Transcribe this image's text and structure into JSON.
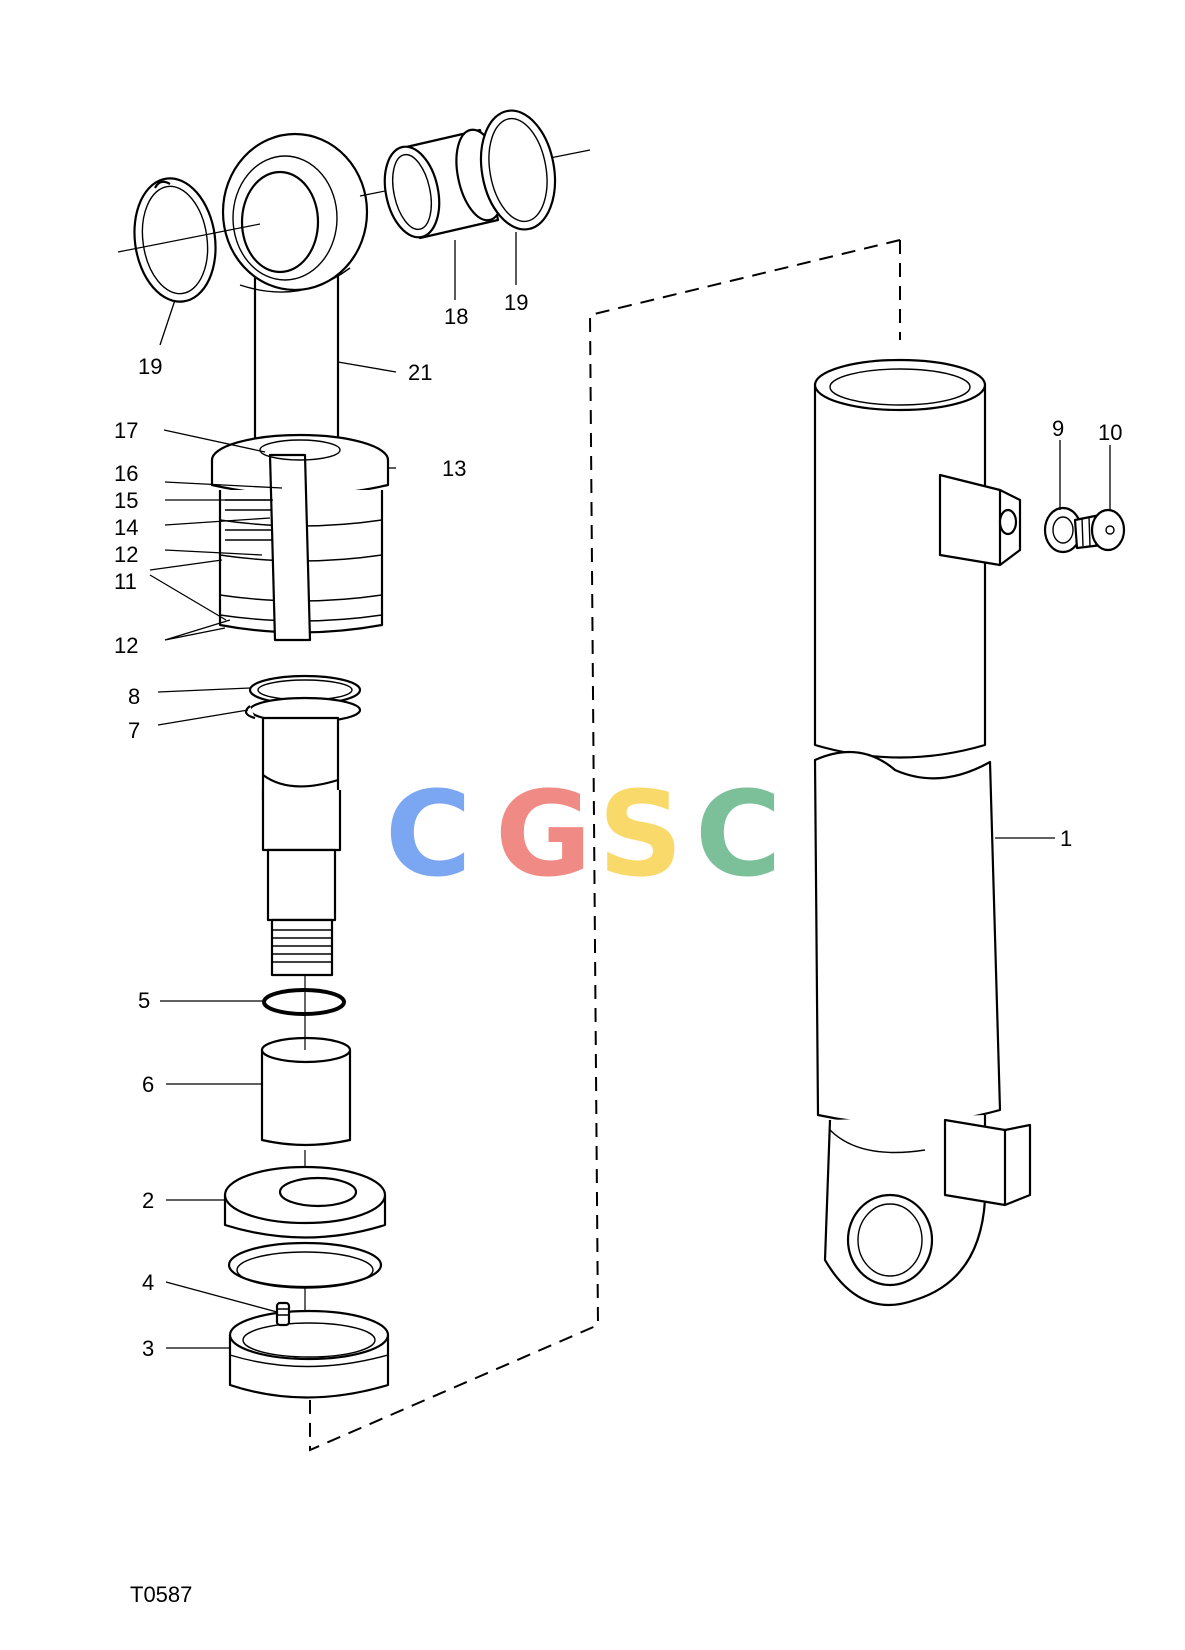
{
  "diagram_code": "T0587",
  "watermark": {
    "letters": [
      {
        "char": "C",
        "color": "#7ba7f2"
      },
      {
        "char": "G",
        "color": "#f08a84"
      },
      {
        "char": "S",
        "color": "#f9d96a"
      },
      {
        "char": "C",
        "color": "#7cc09a"
      }
    ]
  },
  "callouts": [
    {
      "id": "c19a",
      "label": "19"
    },
    {
      "id": "c18",
      "label": "18"
    },
    {
      "id": "c19b",
      "label": "19"
    },
    {
      "id": "c21",
      "label": "21"
    },
    {
      "id": "c17",
      "label": "17"
    },
    {
      "id": "c13",
      "label": "13"
    },
    {
      "id": "c16",
      "label": "16"
    },
    {
      "id": "c15",
      "label": "15"
    },
    {
      "id": "c14",
      "label": "14"
    },
    {
      "id": "c12a",
      "label": "12"
    },
    {
      "id": "c11",
      "label": "11"
    },
    {
      "id": "c12b",
      "label": "12"
    },
    {
      "id": "c8",
      "label": "8"
    },
    {
      "id": "c7",
      "label": "7"
    },
    {
      "id": "c5",
      "label": "5"
    },
    {
      "id": "c6",
      "label": "6"
    },
    {
      "id": "c2",
      "label": "2"
    },
    {
      "id": "c4",
      "label": "4"
    },
    {
      "id": "c3",
      "label": "3"
    },
    {
      "id": "c9",
      "label": "9"
    },
    {
      "id": "c10",
      "label": "10"
    },
    {
      "id": "c1",
      "label": "1"
    }
  ]
}
